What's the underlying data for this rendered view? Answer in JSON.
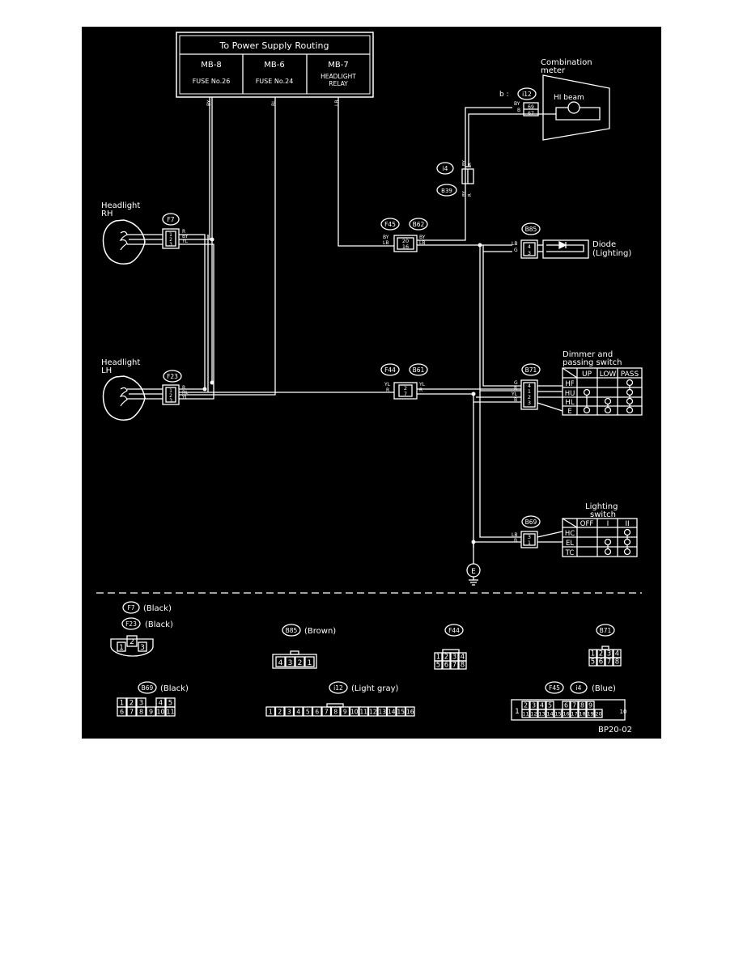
{
  "colors": {
    "background": "#000000",
    "ink": "#ffffff",
    "page": "#ffffff"
  },
  "power_box": {
    "title": "To Power Supply Routing",
    "columns": [
      {
        "id": "MB-8",
        "desc": "FUSE No.26"
      },
      {
        "id": "MB-6",
        "desc": "FUSE No.24"
      },
      {
        "id": "MB-7",
        "desc": "HEADLIGHT",
        "desc2": "RELAY"
      }
    ],
    "wire_labels": [
      "BY",
      "RL",
      "LB"
    ]
  },
  "combination_meter": {
    "title": "Combination",
    "title2": "meter",
    "prefix": "b :",
    "connector": "i12",
    "hi_beam": "HI beam",
    "wires": [
      "BY",
      "B"
    ],
    "pins": [
      "69",
      "67"
    ]
  },
  "i4_connector": {
    "id": "i4",
    "wires": [
      "BY",
      "R"
    ]
  },
  "b39_connector": {
    "id": "B39",
    "wires": [
      "BY",
      "R"
    ]
  },
  "headlight_rh": {
    "title": "Headlight",
    "side": "RH",
    "connector": "F7",
    "pins": [
      "1",
      "2",
      "3"
    ],
    "wires": [
      "R",
      "BY",
      "YL"
    ]
  },
  "headlight_lh": {
    "title": "Headlight",
    "side": "LH",
    "connector": "F23",
    "pins": [
      "1",
      "2",
      "3"
    ],
    "wires": [
      "R",
      "RL",
      "YL"
    ]
  },
  "f45_b62": {
    "left": "F45",
    "right": "B62",
    "pins": [
      "20",
      "16"
    ],
    "wires_left": [
      "BY",
      "LB"
    ],
    "wires_right": [
      "BY",
      "LB"
    ]
  },
  "f44_b61": {
    "left": "F44",
    "right": "B61",
    "pins": [
      "2",
      "7"
    ],
    "wires_left": [
      "YL",
      "R"
    ],
    "wires_right": [
      "YL",
      "R"
    ]
  },
  "diode": {
    "connector": "B85",
    "title": "Diode",
    "subtitle": "(Lighting)",
    "wires": [
      "LB",
      "G"
    ],
    "pins": [
      "4",
      "3"
    ]
  },
  "dimmer_switch": {
    "title": "Dimmer and",
    "title2": "passing switch",
    "connector": "B71",
    "wires": [
      "G",
      "R",
      "YL",
      "B"
    ],
    "pins": [
      "4",
      "1",
      "2",
      "3"
    ],
    "headers": [
      "UP",
      "LOW",
      "PASS"
    ],
    "rows": [
      "HF",
      "HU",
      "HL",
      "E"
    ]
  },
  "lighting_switch": {
    "title": "Lighting",
    "title2": "switch",
    "connector": "B69",
    "wires": [
      "LB",
      "B"
    ],
    "pins": [
      "3",
      "1"
    ],
    "headers": [
      "OFF",
      "I",
      "II"
    ],
    "rows": [
      "HC",
      "EL",
      "TC"
    ]
  },
  "ground": "E",
  "legend": {
    "f7": "F7",
    "f7_color": "(Black)",
    "f23": "F23",
    "f23_color": "(Black)",
    "f7_pins": [
      "1",
      "2",
      "3"
    ],
    "b85": "B85",
    "b85_color": "(Brown)",
    "b85_pins": [
      "4",
      "3",
      "2",
      "1"
    ],
    "f44": "F44",
    "f44_row1": [
      "1",
      "2",
      "3",
      "4"
    ],
    "f44_row2": [
      "5",
      "6",
      "7",
      "8"
    ],
    "b71": "B71",
    "b71_row1": [
      "1",
      "2",
      "3",
      "4"
    ],
    "b71_row2": [
      "5",
      "6",
      "7",
      "8"
    ],
    "b69": "B69",
    "b69_color": "(Black)",
    "b69_row1": [
      "1",
      "2",
      "3",
      "",
      "4",
      "5"
    ],
    "b69_row2": [
      "6",
      "7",
      "8",
      "9",
      "10",
      "11"
    ],
    "i12": "i12",
    "i12_color": "(Light gray)",
    "i12_row": [
      "1",
      "2",
      "3",
      "4",
      "5",
      "6",
      "7",
      "8",
      "9",
      "10",
      "11",
      "12",
      "13",
      "14",
      "15",
      "16"
    ],
    "f45": "F45",
    "i4": "i4",
    "f45_color": "(Blue)",
    "f45_row1": [
      "2",
      "3",
      "4",
      "5",
      "",
      "6",
      "7",
      "8",
      "9"
    ],
    "f45_row2": [
      "11",
      "12",
      "13",
      "14",
      "15",
      "16",
      "17",
      "18",
      "19",
      "20"
    ],
    "f45_left": "1",
    "f45_right": "10"
  },
  "figure_id": "BP20-02"
}
